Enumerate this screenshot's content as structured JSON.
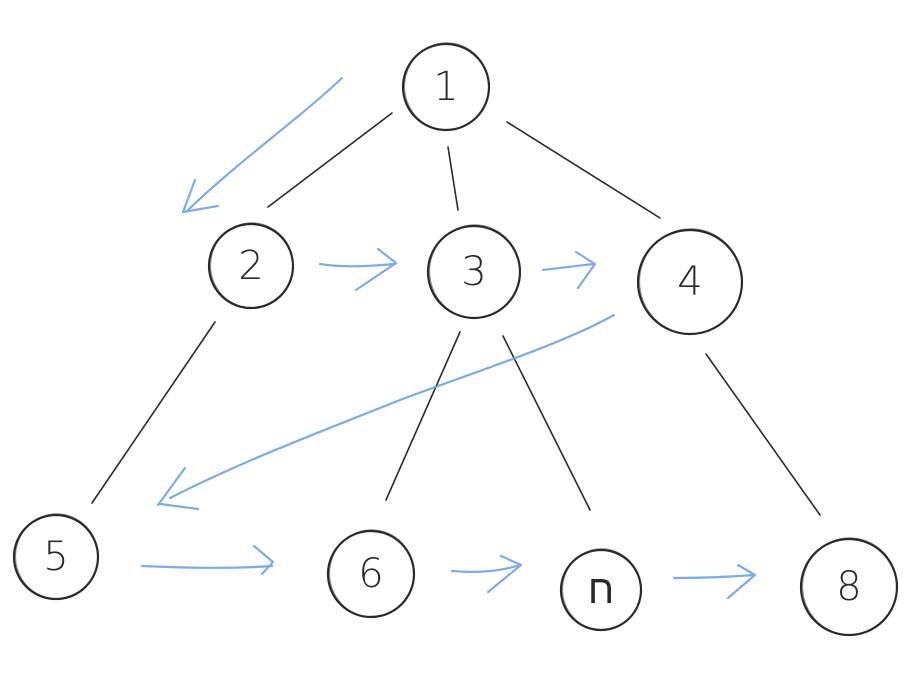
{
  "colors": {
    "ink": "#2a2a2a",
    "arrow": "#6fa3e6",
    "background": "#ffffff"
  },
  "diagram": {
    "type": "tree-breadth-first-traversal",
    "nodes": [
      {
        "id": "1",
        "label": "1",
        "level": 0
      },
      {
        "id": "2",
        "label": "2",
        "level": 1
      },
      {
        "id": "3",
        "label": "3",
        "level": 1
      },
      {
        "id": "4",
        "label": "4",
        "level": 1
      },
      {
        "id": "5",
        "label": "5",
        "level": 2
      },
      {
        "id": "6",
        "label": "6",
        "level": 2
      },
      {
        "id": "7",
        "label": "ח",
        "level": 2
      },
      {
        "id": "8",
        "label": "8",
        "level": 2
      }
    ],
    "edges": [
      {
        "from": "1",
        "to": "2"
      },
      {
        "from": "1",
        "to": "3"
      },
      {
        "from": "1",
        "to": "4"
      },
      {
        "from": "2",
        "to": "5"
      },
      {
        "from": "3",
        "to": "6"
      },
      {
        "from": "3",
        "to": "7"
      },
      {
        "from": "4",
        "to": "8"
      }
    ],
    "traversal_order": [
      "1",
      "2",
      "3",
      "4",
      "5",
      "6",
      "7",
      "8"
    ]
  }
}
